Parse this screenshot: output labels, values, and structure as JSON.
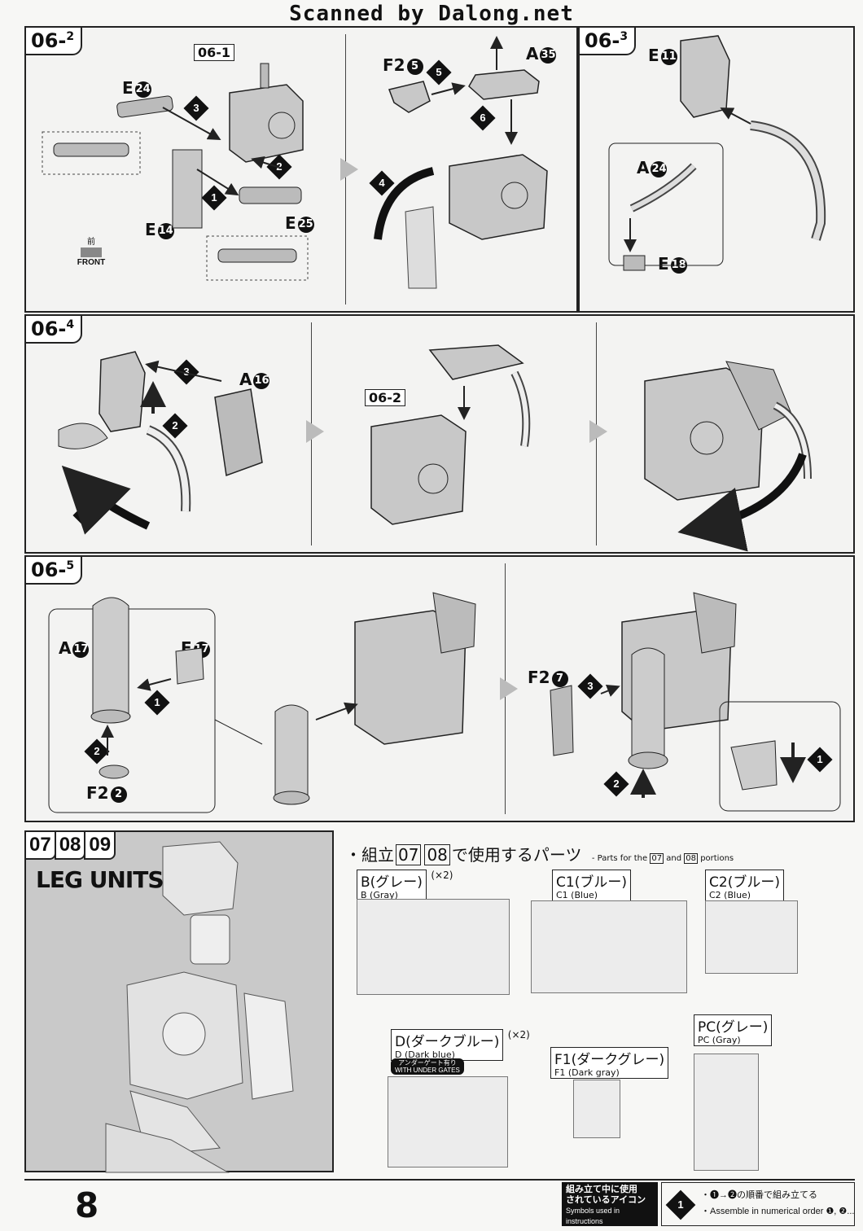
{
  "header": {
    "scan_credit": "Scanned by Dalong.net"
  },
  "panels": {
    "p062": {
      "tag": "06",
      "sub": "2",
      "ref_tag": "06-1",
      "labels": {
        "e24": "E",
        "e24n": "24",
        "e14": "E",
        "e14n": "14",
        "e25": "E",
        "e25n": "25",
        "f2": "F2",
        "f2n": "5",
        "a35": "A",
        "a35n": "35"
      },
      "front_icon_top": "前",
      "front_icon_bottom": "FRONT",
      "steps": [
        "1",
        "2",
        "3",
        "4",
        "5",
        "6"
      ]
    },
    "p063": {
      "tag": "06",
      "sub": "3",
      "labels": {
        "e11": "E",
        "e11n": "11",
        "a24": "A",
        "a24n": "24",
        "e18": "E",
        "e18n": "18"
      }
    },
    "p064": {
      "tag": "06",
      "sub": "4",
      "ref_tag": "06-2",
      "labels": {
        "a16": "A",
        "a16n": "16"
      },
      "steps": [
        "1",
        "2",
        "3"
      ]
    },
    "p065": {
      "tag": "06",
      "sub": "5",
      "labels": {
        "a17": "A",
        "a17n": "17",
        "e17": "E",
        "e17n": "17",
        "f22": "F2",
        "f22n": "2",
        "f27": "F2",
        "f27n": "7"
      },
      "steps": [
        "1",
        "2",
        "3"
      ]
    }
  },
  "legs": {
    "tags": [
      "07",
      "08",
      "09"
    ],
    "title": "LEG UNITS"
  },
  "parts": {
    "heading_jp_pre": "・組立",
    "heading_num1": "07",
    "heading_num2": "08",
    "heading_jp_post": "で使用するパーツ",
    "heading_en_pre": "- Parts for the",
    "heading_en_and": "and",
    "heading_en_post": "portions",
    "runners": [
      {
        "id": "B",
        "jp": "(グレー)",
        "en": "B (Gray)",
        "qty": "(×2)"
      },
      {
        "id": "C1",
        "jp": "(ブルー)",
        "en": "C1 (Blue)",
        "qty": ""
      },
      {
        "id": "C2",
        "jp": "(ブルー)",
        "en": "C2 (Blue)",
        "qty": ""
      },
      {
        "id": "D",
        "jp": "(ダークブルー)",
        "en": "D (Dark blue)",
        "qty": "(×2)",
        "badge_jp": "アンダーゲート有り",
        "badge_en": "WITH UNDER GATES"
      },
      {
        "id": "F1",
        "jp": "(ダークグレー)",
        "en": "F1 (Dark gray)",
        "qty": ""
      },
      {
        "id": "PC",
        "jp": "(グレー)",
        "en": "PC (Gray)",
        "qty": ""
      }
    ]
  },
  "footer": {
    "page": "8",
    "icon_jp1": "組み立て中に使用",
    "icon_jp2": "されているアイコン",
    "icon_en": "Symbols used in instructions",
    "desc_jp": "・❶→❷の順番で組み立てる",
    "desc_en": "・Assemble in numerical order ❶, ❷..."
  }
}
